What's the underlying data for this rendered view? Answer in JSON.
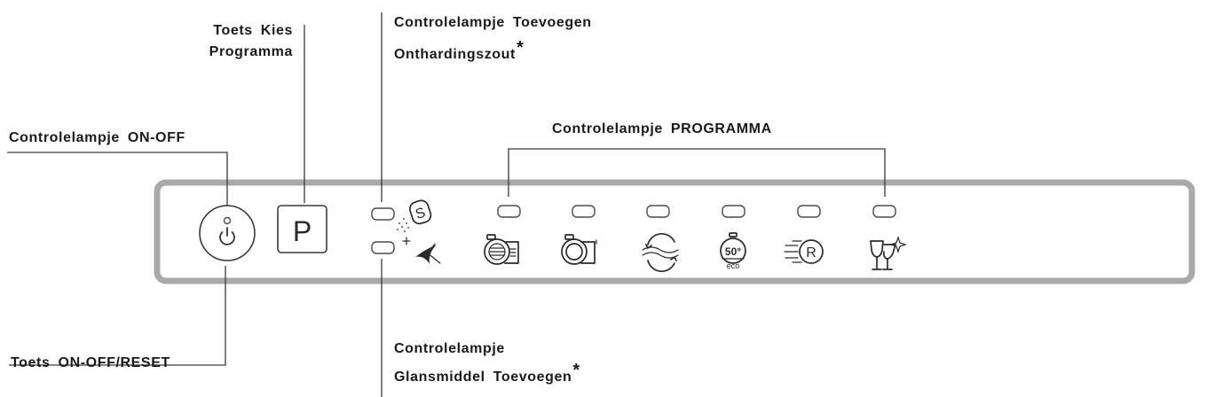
{
  "labels": {
    "onoff_lamp": "Controlelampje ON-OFF",
    "program_key_line1": "Toets Kies",
    "program_key_line2": "Programma",
    "salt_lamp_line1": "Controlelampje Toevoegen",
    "salt_lamp_line2": "Onthardingszout",
    "program_lamps": "Controlelampje PROGRAMMA",
    "onoff_reset_key": "Toets ON-OFF/RESET",
    "rinse_lamp_line1": "Controlelampje",
    "rinse_lamp_line2": "Glansmiddel Toevoegen",
    "asterisk": "*"
  },
  "panel": {
    "program_button_letter": "P",
    "salt_icon_letter": "S",
    "eco_temp_text": "50°",
    "eco_text": "eco",
    "rapid_icon_letter": "R"
  },
  "colors": {
    "panel_border": "#a9a9a9",
    "text": "#1a1a1a",
    "line": "#3a3a3a"
  }
}
